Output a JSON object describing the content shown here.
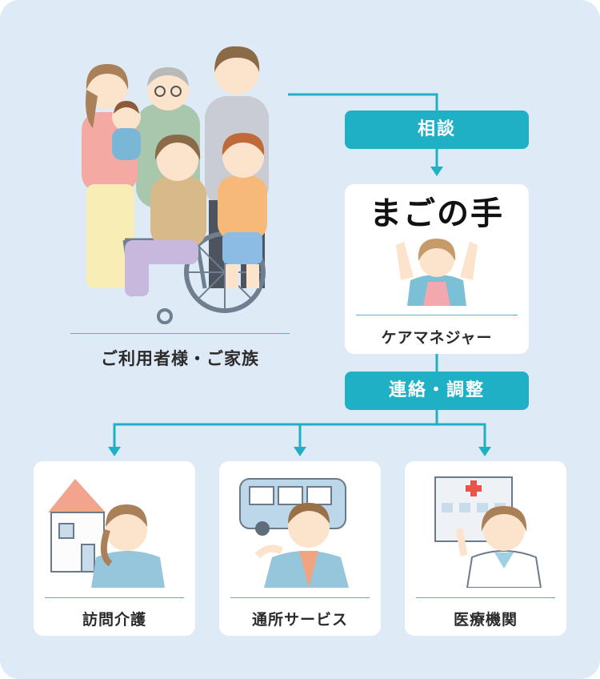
{
  "family": {
    "label": "ご利用者様・ご家族"
  },
  "care_manager": {
    "brand": "まごの手",
    "label": "ケアマネジャー"
  },
  "flows": {
    "consult": "相談",
    "coordinate": "連絡・調整"
  },
  "services": [
    {
      "label": "訪問介護"
    },
    {
      "label": "通所サービス"
    },
    {
      "label": "医療機関"
    }
  ],
  "colors": {
    "accent": "#1fb0c6",
    "background": "#deeaf6",
    "card": "#ffffff"
  }
}
